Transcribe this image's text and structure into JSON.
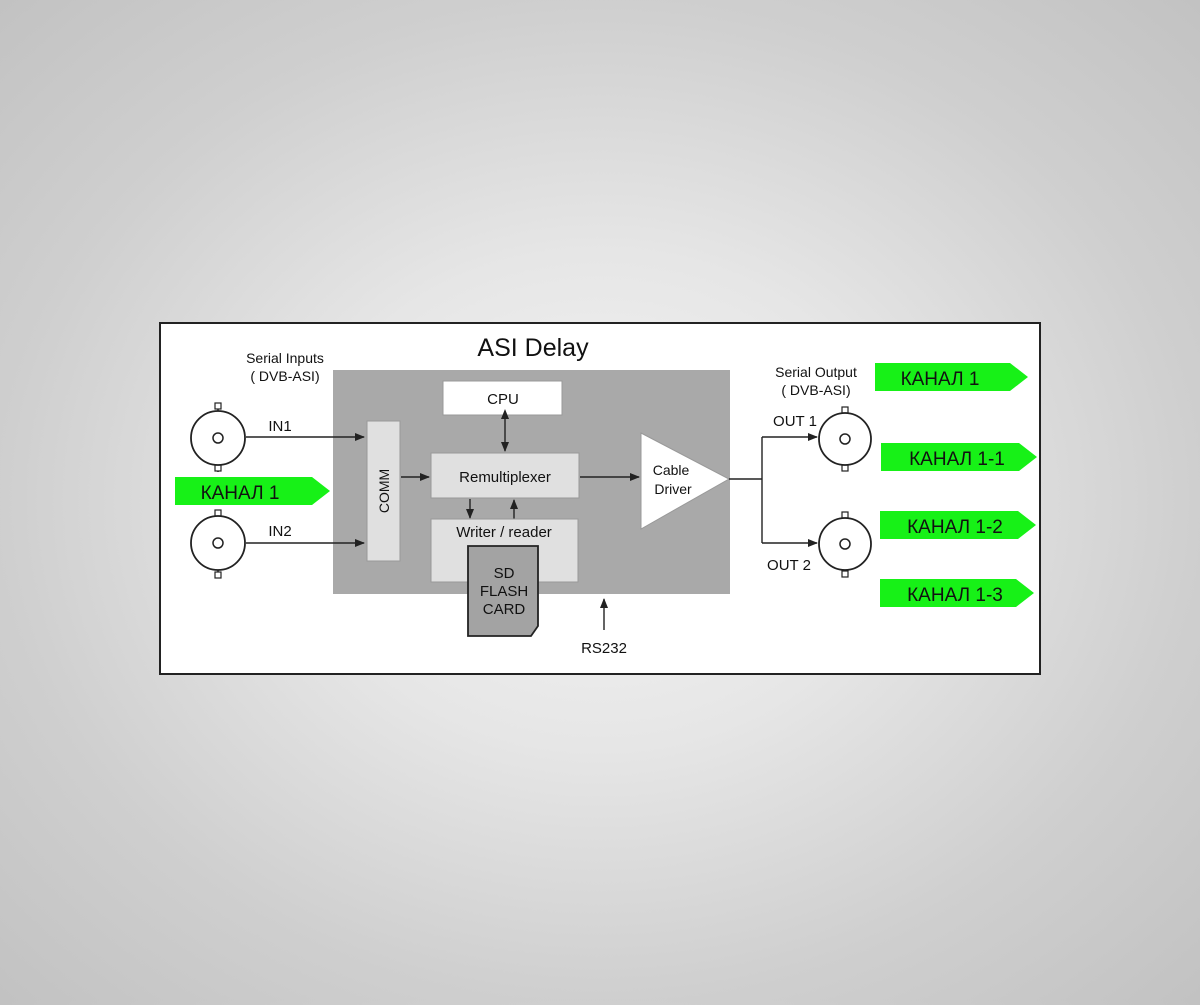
{
  "diagram": {
    "title": "ASI Delay",
    "inputs": {
      "heading_line1": "Serial Inputs",
      "heading_line2": "( DVB-ASI)",
      "in1": "IN1",
      "in2": "IN2",
      "channel_tag": "КАНАЛ 1"
    },
    "blocks": {
      "comm": "COMM",
      "cpu": "CPU",
      "remux": "Remultiplexer",
      "writer": "Writer / reader",
      "sd_line1": "SD",
      "sd_line2": "FLASH",
      "sd_line3": "CARD",
      "driver_line1": "Cable",
      "driver_line2": "Driver",
      "rs232": "RS232"
    },
    "outputs": {
      "heading_line1": "Serial Output",
      "heading_line2": "( DVB-ASI)",
      "out1": "OUT 1",
      "out2": "OUT 2",
      "tags": [
        "КАНАЛ 1",
        "КАНАЛ 1-1",
        "КАНАЛ 1-2",
        "КАНАЛ 1-3"
      ]
    },
    "colors": {
      "tag_green": "#17f117",
      "core_gray": "#a9a9a9",
      "block_gray": "#e0e0e0",
      "sd_gray": "#a3a3a3"
    }
  }
}
